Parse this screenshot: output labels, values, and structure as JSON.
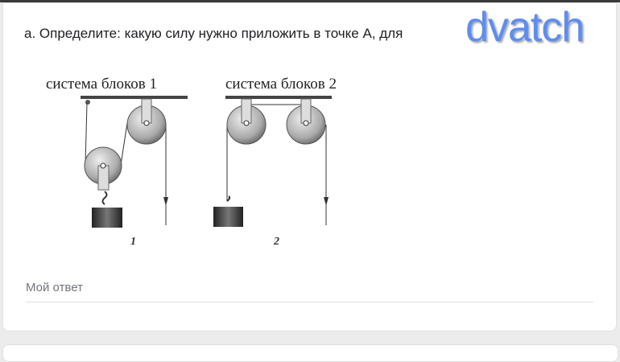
{
  "question": {
    "text": "а. Определите: какую силу нужно приложить в точке А, для"
  },
  "watermark": "dvatch",
  "figure": {
    "system1_title": "система блоков 1",
    "system2_title": "система блоков 2",
    "system1_number": "1",
    "system2_number": "2"
  },
  "answer": {
    "placeholder": "Мой ответ"
  },
  "colors": {
    "watermark": "#5b8ef0",
    "background": "#ececec"
  }
}
